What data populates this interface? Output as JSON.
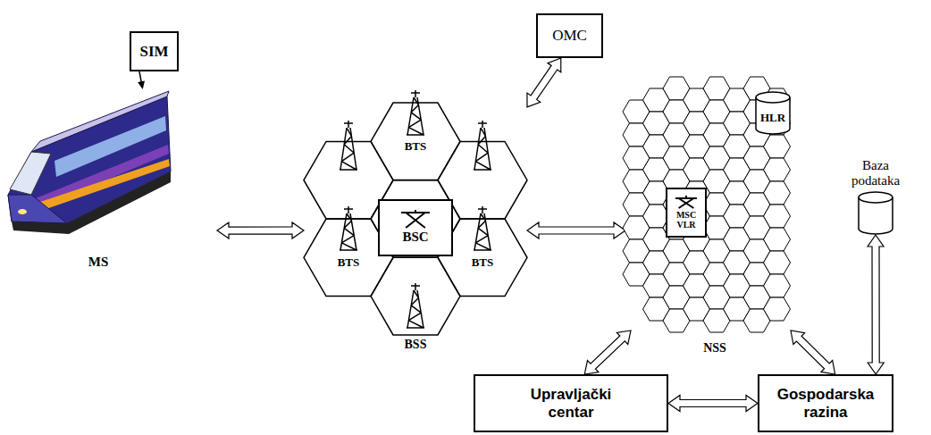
{
  "diagram": {
    "nodes": [
      {
        "text": [
          "SIM"
        ]
      },
      {
        "text": [
          "OMC"
        ]
      },
      {
        "text": [
          "MS"
        ]
      },
      {
        "text": [
          "BSS"
        ]
      },
      {
        "text": [
          "BTS"
        ],
        "in": 3
      },
      {
        "text": [
          "BSC"
        ],
        "in": 3
      },
      {
        "text": [
          "BTS"
        ],
        "in": 3
      },
      {
        "text": [
          "BTS"
        ],
        "in": 3
      },
      {
        "text": [
          "NSS"
        ]
      },
      {
        "text": [
          "HLR"
        ],
        "in": 8
      },
      {
        "text": [
          "MSC VLR"
        ],
        "in": 8
      },
      {
        "text": [
          "Baza podataka"
        ]
      },
      {
        "text": [
          "Upravljački centar"
        ]
      },
      {
        "text": [
          "Gospodarska razina"
        ]
      }
    ],
    "edges": [
      {
        "from": 0,
        "to": 2,
        "arrow": "to"
      },
      {
        "from": 2,
        "to": 3,
        "arrow": "both"
      },
      {
        "from": 1,
        "to": 3,
        "arrow": "both"
      },
      {
        "from": 3,
        "to": 8,
        "arrow": "both"
      },
      {
        "from": 8,
        "to": 12,
        "arrow": "both"
      },
      {
        "from": 8,
        "to": 13,
        "arrow": "both"
      },
      {
        "from": 12,
        "to": 13,
        "arrow": "both"
      },
      {
        "from": 13,
        "to": 11,
        "arrow": "both"
      }
    ]
  }
}
